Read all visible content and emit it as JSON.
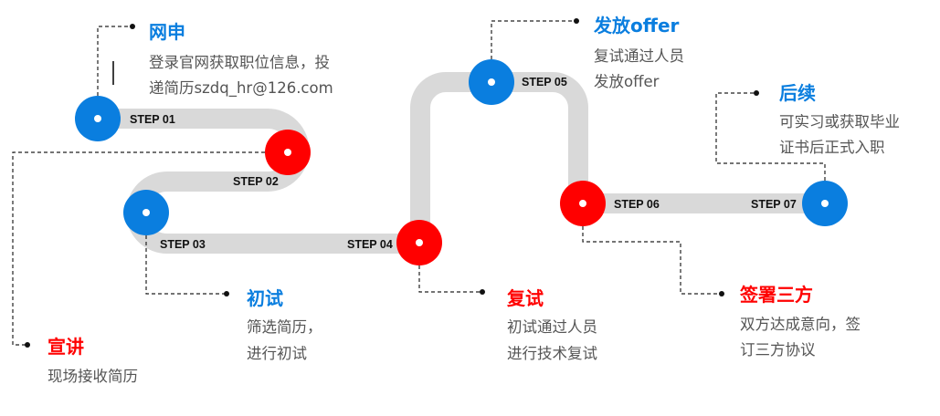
{
  "colors": {
    "blue": "#0A7EDF",
    "red": "#FF0000",
    "track": "#D9D9D9"
  },
  "steps": [
    {
      "label": "STEP 01",
      "color": "blue"
    },
    {
      "label": "STEP 02",
      "color": "red"
    },
    {
      "label": "STEP 03",
      "color": "blue"
    },
    {
      "label": "STEP 04",
      "color": "red"
    },
    {
      "label": "STEP 05",
      "color": "blue"
    },
    {
      "label": "STEP 06",
      "color": "red"
    },
    {
      "label": "STEP 07",
      "color": "blue"
    }
  ],
  "stages": {
    "apply": {
      "title": "网申",
      "lines": [
        "登录官网获取职位信息，投",
        "递简历szdq_hr@126.com"
      ]
    },
    "talk": {
      "title": "宣讲",
      "lines": [
        "现场接收简历"
      ]
    },
    "first": {
      "title": "初试",
      "lines": [
        "筛选简历，",
        "进行初试"
      ]
    },
    "second": {
      "title": "复试",
      "lines": [
        "初试通过人员",
        "进行技术复试"
      ]
    },
    "offer": {
      "title": "发放offer",
      "lines": [
        "复试通过人员",
        "发放offer"
      ]
    },
    "sign": {
      "title": "签署三方",
      "lines": [
        "双方达成意向，签",
        "订三方协议"
      ]
    },
    "after": {
      "title": "后续",
      "lines": [
        "可实习或获取毕业",
        "证书后正式入职"
      ]
    }
  }
}
